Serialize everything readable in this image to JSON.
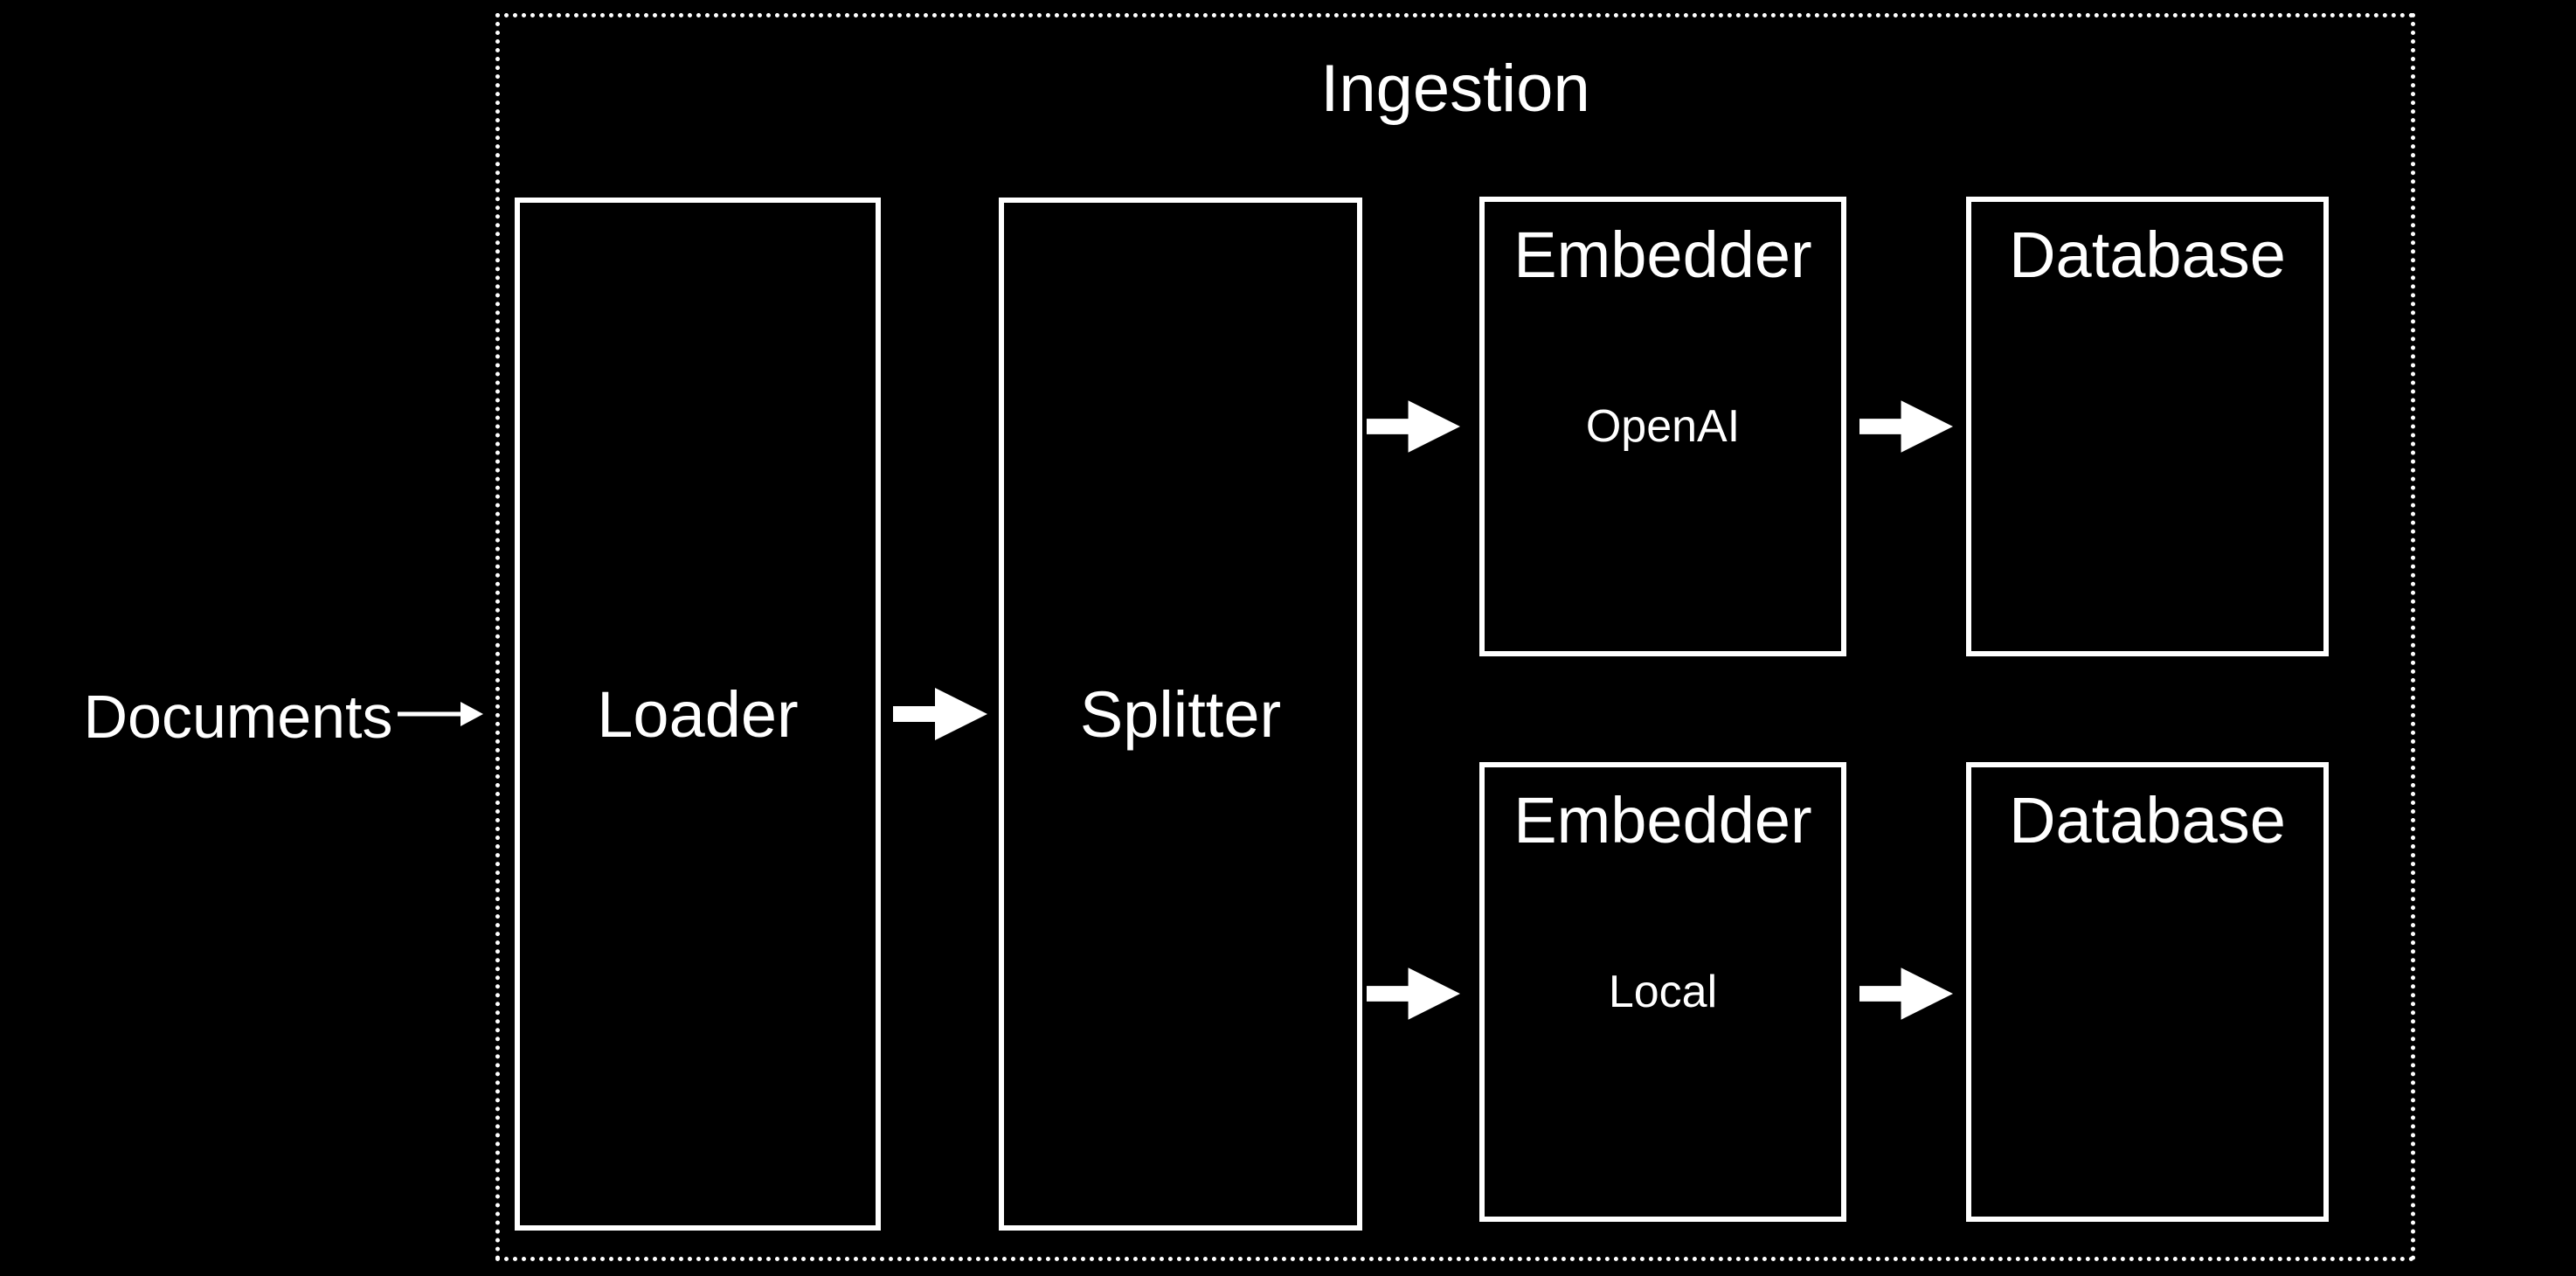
{
  "diagram": {
    "title": "Ingestion",
    "input_label": "Documents",
    "nodes": {
      "loader": {
        "label": "Loader"
      },
      "splitter": {
        "label": "Splitter"
      },
      "embedder_openai": {
        "title": "Embedder",
        "variant": "OpenAI"
      },
      "database_top": {
        "title": "Database"
      },
      "embedder_local": {
        "title": "Embedder",
        "variant": "Local"
      },
      "database_bottom": {
        "title": "Database"
      }
    },
    "flows": [
      {
        "from": "Documents",
        "to": "Ingestion container",
        "arrow_style": "thin-line-arrow"
      },
      {
        "from": "Loader",
        "to": "Splitter",
        "arrow_style": "block-arrow"
      },
      {
        "from": "Splitter",
        "to": "Embedder (OpenAI)",
        "arrow_style": "block-arrow"
      },
      {
        "from": "Embedder (OpenAI)",
        "to": "Database (top)",
        "arrow_style": "block-arrow"
      },
      {
        "from": "Splitter",
        "to": "Embedder (Local)",
        "arrow_style": "block-arrow"
      },
      {
        "from": "Embedder (Local)",
        "to": "Database (bottom)",
        "arrow_style": "block-arrow"
      }
    ],
    "colors": {
      "background": "#000000",
      "foreground": "#ffffff"
    }
  }
}
